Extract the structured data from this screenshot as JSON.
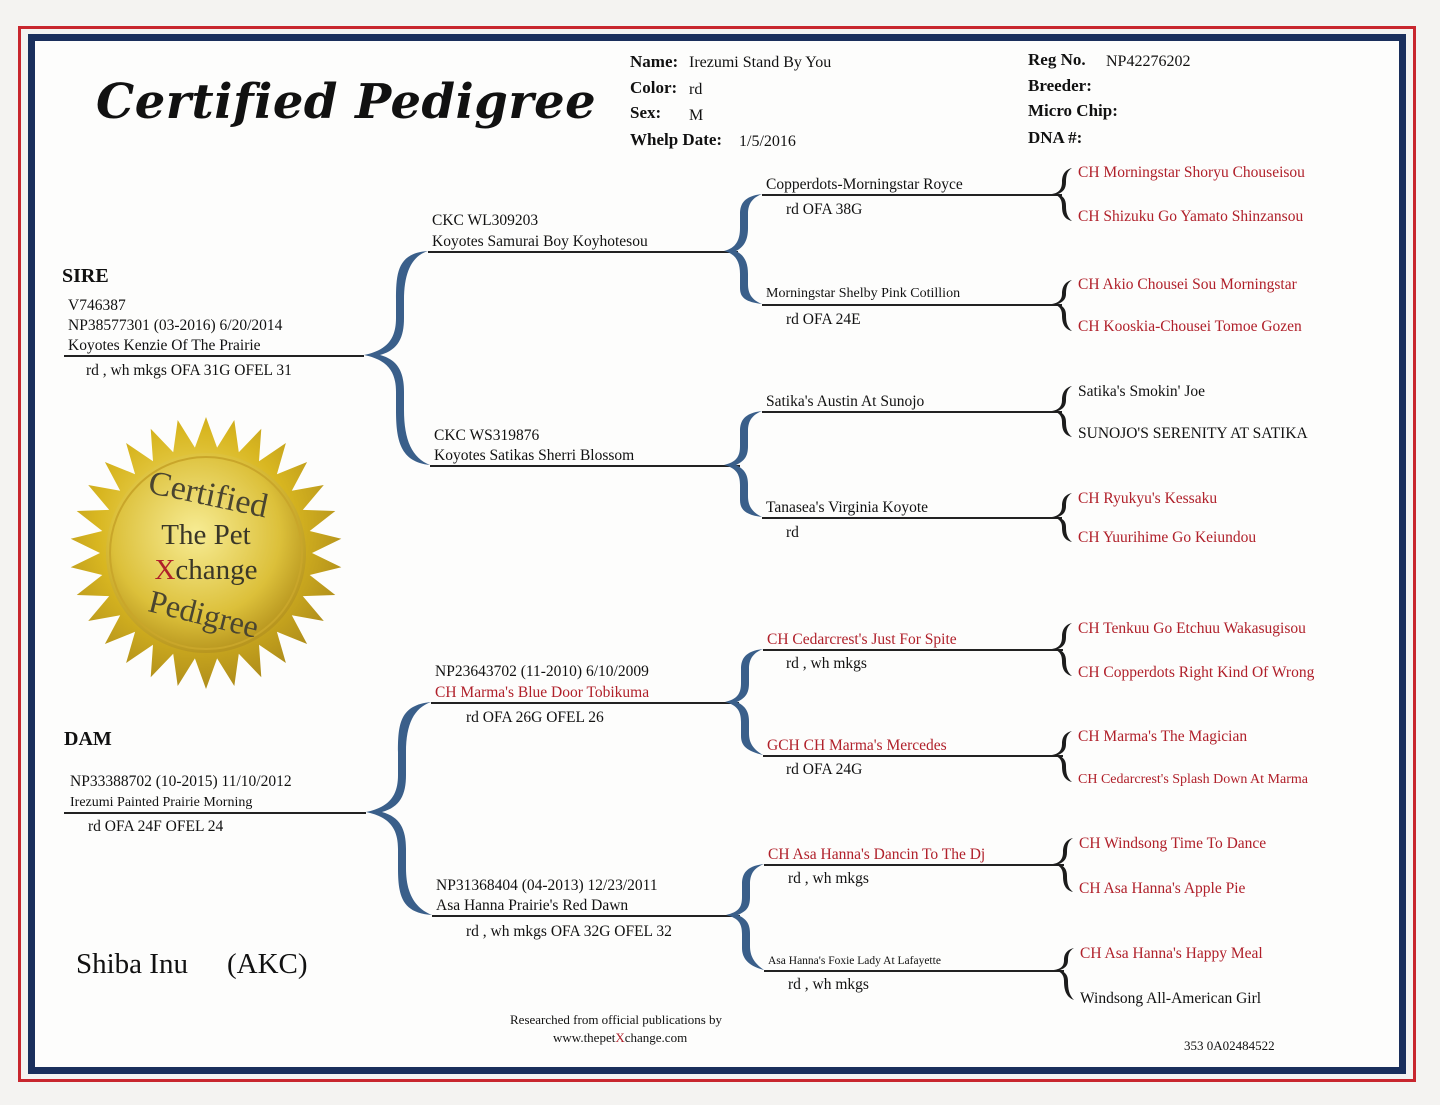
{
  "header": {
    "title": "Certified Pedigree",
    "name_label": "Name:",
    "name": "Irezumi Stand By You",
    "color_label": "Color:",
    "color": "rd",
    "sex_label": "Sex:",
    "sex": "M",
    "whelp_label": "Whelp Date:",
    "whelp": "1/5/2016",
    "reg_label": "Reg No.",
    "reg": "NP42276202",
    "breeder_label": "Breeder:",
    "micro_label": "Micro Chip:",
    "dna_label": "DNA #:"
  },
  "sire": {
    "heading": "SIRE",
    "l1": "V746387",
    "l2": "NP38577301 (03-2016) 6/20/2014",
    "name": "Koyotes Kenzie Of The Prairie",
    "info": "rd , wh mkgs OFA 31G OFEL 31"
  },
  "dam": {
    "heading": "DAM",
    "l1": "NP33388702 (10-2015) 11/10/2012",
    "name": "Irezumi Painted Prairie Morning",
    "info": "rd OFA 24F OFEL 24"
  },
  "gen2": {
    "sire_sire": {
      "reg": "CKC WL309203",
      "name": "Koyotes Samurai Boy Koyhotesou"
    },
    "sire_dam": {
      "reg": "CKC WS319876",
      "name": "Koyotes Satikas Sherri Blossom"
    },
    "dam_sire": {
      "reg": "NP23643702 (11-2010) 6/10/2009",
      "name": "CH Marma's Blue Door Tobikuma",
      "info": "rd OFA 26G OFEL 26"
    },
    "dam_dam": {
      "reg": "NP31368404 (04-2013) 12/23/2011",
      "name": "Asa Hanna Prairie's Red Dawn",
      "info": "rd , wh mkgs OFA 32G OFEL 32"
    }
  },
  "gen3": [
    {
      "name": "Copperdots-Morningstar Royce",
      "info": "rd OFA 38G"
    },
    {
      "name": "Morningstar Shelby Pink Cotillion",
      "info": "rd OFA 24E"
    },
    {
      "name": "Satika's Austin At Sunojo",
      "info": ""
    },
    {
      "name": "Tanasea's Virginia Koyote",
      "info": "rd"
    },
    {
      "name": "CH Cedarcrest's Just For Spite",
      "info": "rd , wh mkgs"
    },
    {
      "name": "GCH CH Marma's Mercedes",
      "info": "rd OFA 24G"
    },
    {
      "name": "CH Asa Hanna's Dancin To The Dj",
      "info": "rd , wh mkgs"
    },
    {
      "name": "Asa Hanna's Foxie Lady At Lafayette",
      "info": "rd , wh mkgs"
    }
  ],
  "gen4": [
    "CH Morningstar Shoryu Chouseisou",
    "CH Shizuku Go Yamato Shinzansou",
    "CH Akio Chousei Sou Morningstar",
    "CH Kooskia-Chousei Tomoe Gozen",
    "Satika's Smokin' Joe",
    "SUNOJO'S SERENITY AT SATIKA",
    "CH Ryukyu's Kessaku",
    "CH Yuurihime Go Keiundou",
    "CH Tenkuu Go Etchuu Wakasugisou",
    "CH Copperdots Right Kind Of Wrong",
    "CH Marma's The Magician",
    "CH Cedarcrest's Splash Down At Marma",
    "CH Windsong Time To Dance",
    "CH Asa Hanna's Apple Pie",
    "CH Asa Hanna's Happy Meal",
    "Windsong All-American Girl"
  ],
  "seal": {
    "w1": "Certified",
    "w2": "The Pet",
    "w3a": "X",
    "w3b": "change",
    "w4": "Pedigree"
  },
  "footer": {
    "breed": "Shiba Inu",
    "registry": "(AKC)",
    "research1": "Researched from official publications by",
    "url_a": "www.thepet",
    "url_x": "X",
    "url_b": "change.com",
    "code": "353 0A02484522"
  },
  "colors": {
    "accent_red": "#b0202a",
    "frame_blue": "#1a2f5c",
    "bracket_blue": "#3a5f8a",
    "seal_gold": "#d8b620"
  }
}
